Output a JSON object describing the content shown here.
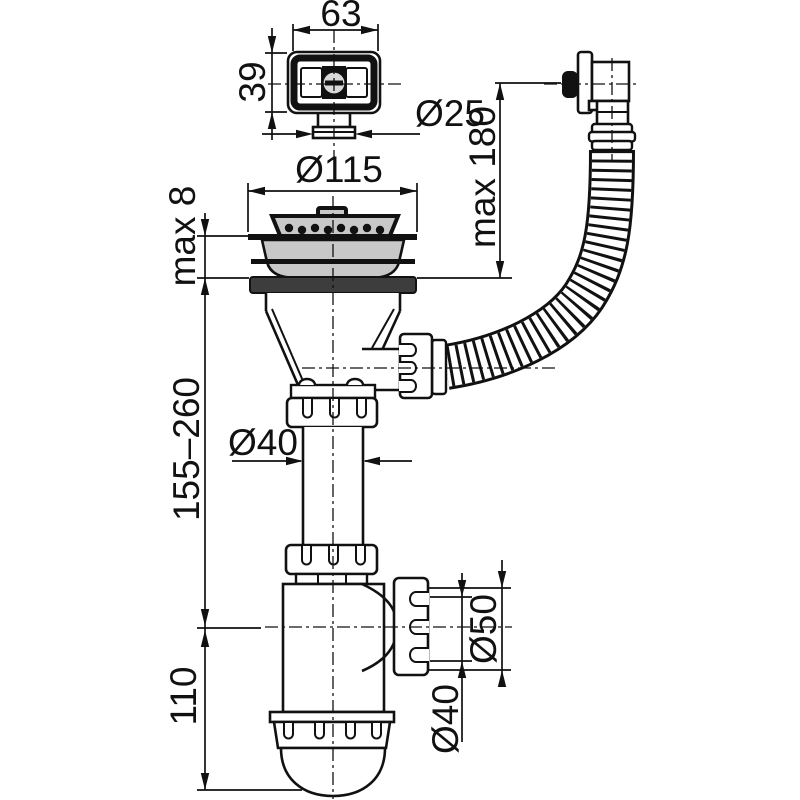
{
  "drawing": {
    "subject": "Sink strainer siphon with overflow hose - dimensioned technical drawing",
    "colors": {
      "line": "#111111",
      "light_fill": "#c8c8c8",
      "dark_fill": "#3d3d3d",
      "background": "#ffffff"
    }
  },
  "dims": {
    "overflow_width": "63",
    "overflow_height": "39",
    "overflow_stub": "Ø25",
    "strainer": "Ø115",
    "deck_max": "max 8",
    "hose_max": "max 180",
    "tailpipe_range": "155–260",
    "tailpipe_dia": "Ø40",
    "outlet_dia_50": "Ø50",
    "outlet_dia_40": "Ø40",
    "trap_depth": "110"
  }
}
